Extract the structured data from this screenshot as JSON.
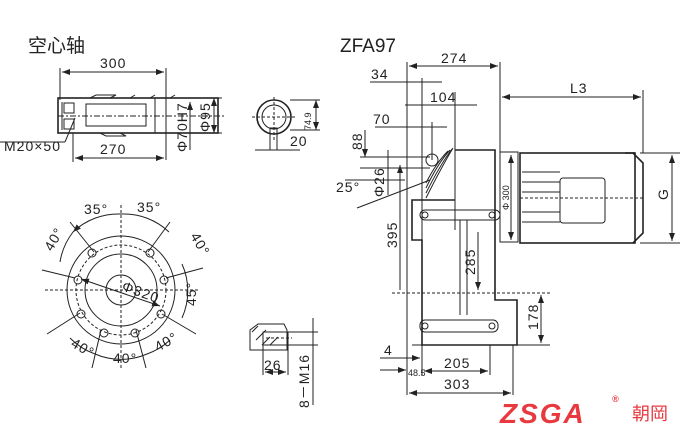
{
  "hollow_shaft": {
    "title": "空心轴",
    "length_total": "300",
    "length_inner": "270",
    "thread": "M20×50",
    "bore_diameter": "Φ70H7",
    "outer_diameter": "Φ95",
    "keyway_height": "74.9",
    "keyway_width": "20"
  },
  "flange": {
    "angles": [
      "35°",
      "35°",
      "40°",
      "40°",
      "45°",
      "40°",
      "40°",
      "40°"
    ],
    "bolt_circle": "Φ320"
  },
  "bolt_detail": {
    "depth": "26",
    "thread": "8－M16"
  },
  "model": {
    "title": "ZFA97",
    "dims": {
      "d274": "274",
      "d34": "34",
      "d104": "104",
      "d70": "70",
      "d88": "88",
      "angle25": "25°",
      "d26": "Φ26",
      "d395": "395",
      "d285": "285",
      "d300": "Φ 300",
      "L3": "L3",
      "G": "G",
      "d178": "178",
      "d4": "4",
      "d48_5": "48.5",
      "d205": "205",
      "d303": "303"
    }
  },
  "logo": {
    "mark": "ZSGA",
    "registered": "®",
    "name": "朝岡"
  },
  "colors": {
    "line": "#222222",
    "brand": "#e8393f"
  }
}
